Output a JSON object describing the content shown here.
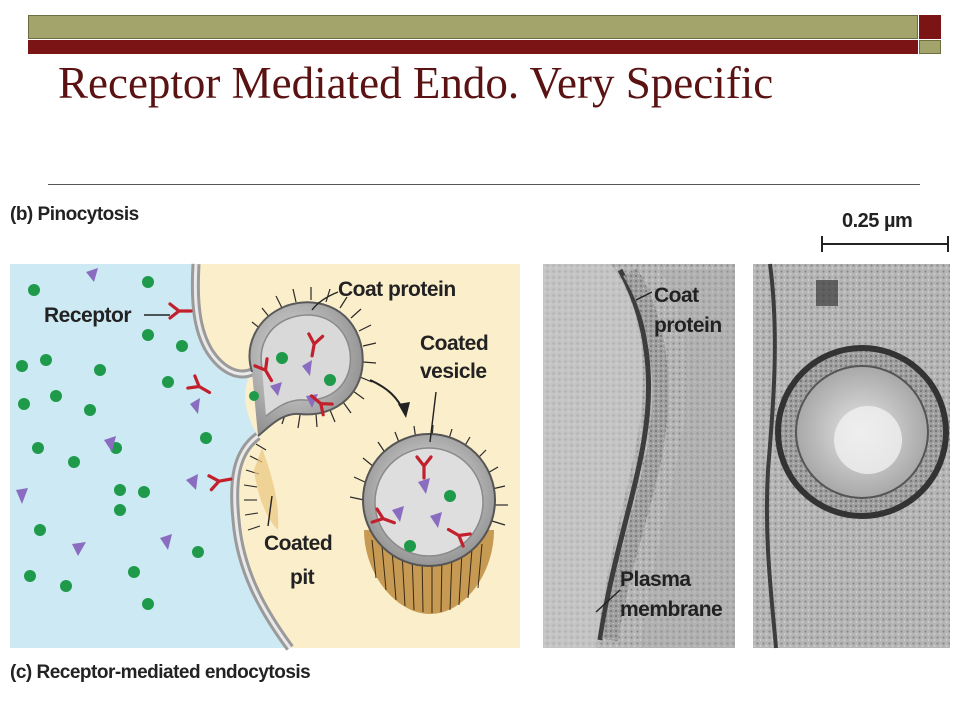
{
  "slide": {
    "title": "Receptor Mediated Endo. Very Specific",
    "colors": {
      "bar_olive": "#a3a46b",
      "bar_red": "#7b1414",
      "title": "#5a1212"
    }
  },
  "figure": {
    "caption_top": "(b) Pinocytosis",
    "caption_bottom": "(c) Receptor-mediated endocytosis",
    "scale_bar": "0.25 µm",
    "labels": {
      "receptor": "Receptor",
      "coat_protein": "Coat protein",
      "coated_vesicle_1": "Coated",
      "coated_vesicle_2": "vesicle",
      "coated_pit_1": "Coated",
      "coated_pit_2": "pit",
      "micro_coat_1": "Coat",
      "micro_coat_2": "protein",
      "micro_plasma_1": "Plasma",
      "micro_plasma_2": "membrane"
    },
    "colors": {
      "extracellular": "#cde9f3",
      "cytoplasm": "#fbeecb",
      "ligand_dot": "#1e9a4a",
      "ligand_triangle": "#8a6cc0",
      "receptor": "#c2202c"
    }
  }
}
